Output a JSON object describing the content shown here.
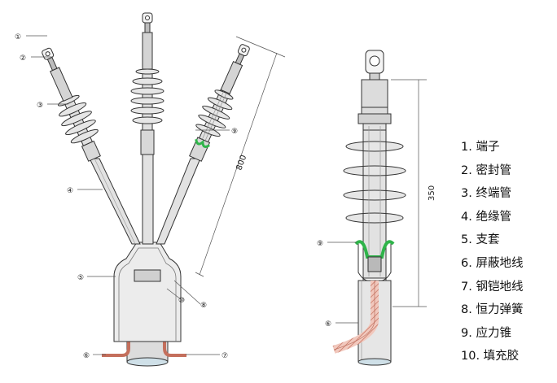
{
  "legend": [
    "1. 端子",
    "2. 密封管",
    "3. 终端管",
    "4. 绝缘管",
    "5. 支套",
    "6. 屏蔽地线",
    "7. 钢铠地线",
    "8. 恒力弹簧",
    "9. 应力锥",
    "10. 填充胶"
  ],
  "callouts_left": [
    "①",
    "②",
    "③",
    "④",
    "⑤",
    "⑥",
    "⑦",
    "⑧",
    "⑨",
    "⑩"
  ],
  "callouts_right": [
    "⑨",
    "⑥"
  ],
  "dimensions": {
    "left": "800",
    "right": "350"
  },
  "colors": {
    "stress_cone": "#2fb44a",
    "copper_wire": "#d98a7a",
    "line": "#333333",
    "body": "#e6e6e6"
  }
}
